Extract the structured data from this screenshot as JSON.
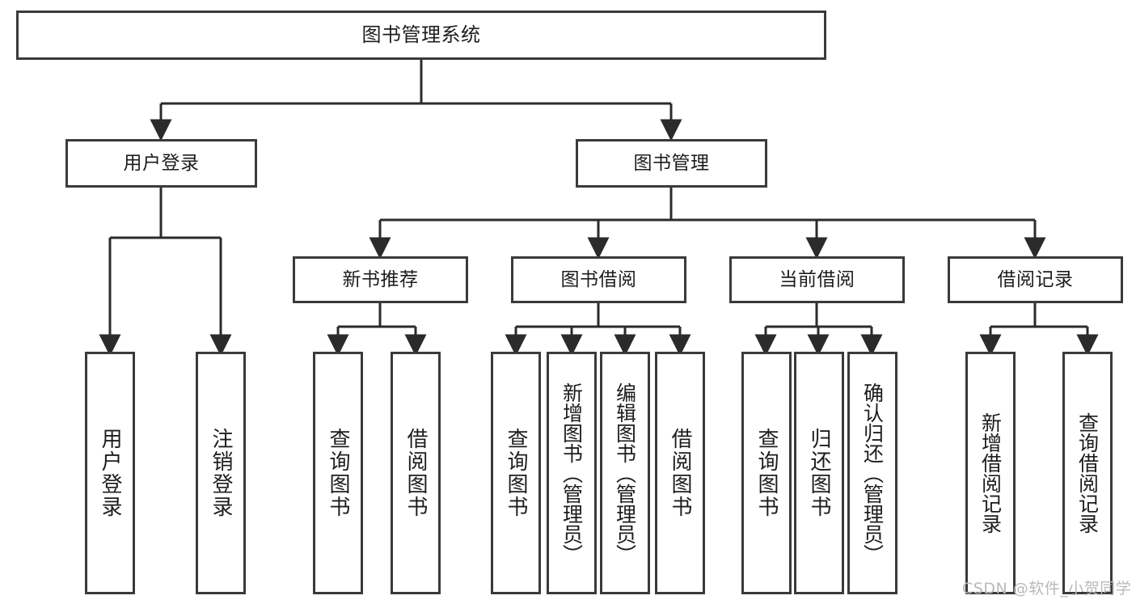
{
  "diagram": {
    "title": "图书管理系统",
    "watermark": "CSDN @软件_小贺同学",
    "colors": {
      "box_border": "#3a3a3a",
      "box_fill": "#ffffff",
      "text": "#1d1d1d",
      "connector": "#2b2b2b",
      "watermark": "#b9b9b9",
      "background": "#ffffff"
    },
    "nodes": {
      "root": "图书管理系统",
      "level2": {
        "user_login": "用户登录",
        "book_manage": "图书管理"
      },
      "level3": {
        "new_book_recommend": "新书推荐",
        "book_borrow": "图书借阅",
        "current_borrow": "当前借阅",
        "borrow_record": "借阅记录"
      },
      "leaves": {
        "user_login_1": "用户登录",
        "user_login_2": "注销登录",
        "recommend_1": "查询图书",
        "recommend_2": "借阅图书",
        "borrow_1": "查询图书",
        "borrow_2": "新增图书（管理员）",
        "borrow_3": "编辑图书（管理员）",
        "borrow_4": "借阅图书",
        "current_1": "查询图书",
        "current_2": "归还图书",
        "current_3": "确认归还（管理员）",
        "record_1": "新增借阅记录",
        "record_2": "查询借阅记录"
      }
    }
  }
}
